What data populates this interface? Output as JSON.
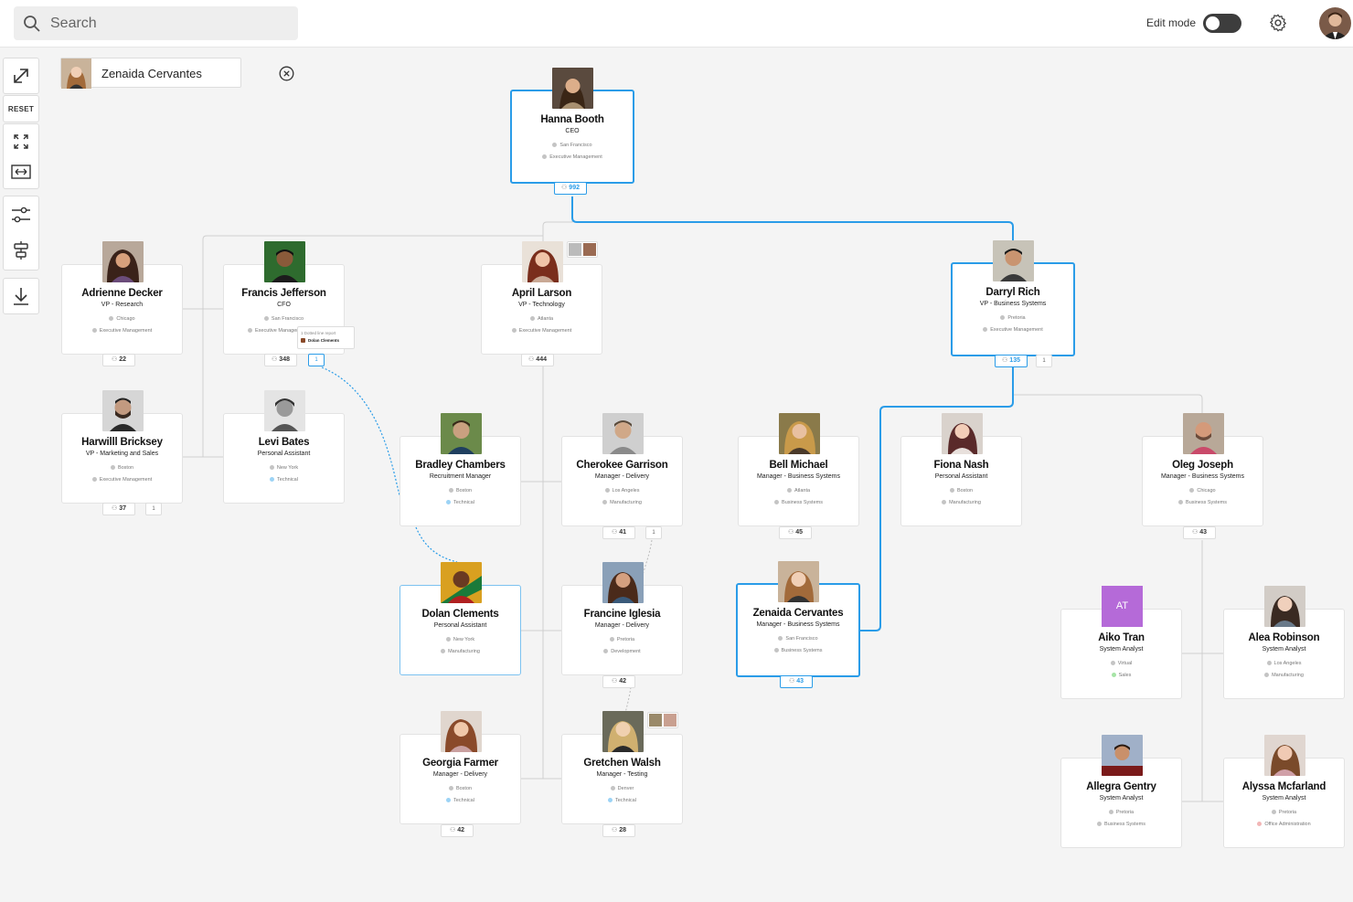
{
  "search": {
    "placeholder": "Search"
  },
  "header": {
    "edit_mode_label": "Edit mode"
  },
  "toolbar": {
    "reset_label": "RESET"
  },
  "selected_chip": {
    "name": "Zenaida Cervantes"
  },
  "tooltip": {
    "line1": "1 Dotted line report",
    "line2": "Dolan Clements"
  },
  "cards": [
    {
      "id": "hanna",
      "name": "Hanna Booth",
      "title": "CEO",
      "location": "San Francisco",
      "department": "Executive Management",
      "count": "992"
    },
    {
      "id": "adrienne",
      "name": "Adrienne Decker",
      "title": "VP - Research",
      "location": "Chicago",
      "department": "Executive Management",
      "count": "22"
    },
    {
      "id": "francis",
      "name": "Francis Jefferson",
      "title": "CFO",
      "location": "San Francisco",
      "department": "Executive Management",
      "count": "348",
      "extra": "1"
    },
    {
      "id": "april",
      "name": "April Larson",
      "title": "VP - Technology",
      "location": "Atlanta",
      "department": "Executive Management",
      "count": "444"
    },
    {
      "id": "darryl",
      "name": "Darryl Rich",
      "title": "VP - Business Systems",
      "location": "Pretoria",
      "department": "Executive Management",
      "count": "135",
      "extra": "1"
    },
    {
      "id": "harwilll",
      "name": "Harwilll Bricksey",
      "title": "VP - Marketing and Sales",
      "location": "Boston",
      "department": "Executive Management",
      "count": "37",
      "extra": "1"
    },
    {
      "id": "levi",
      "name": "Levi Bates",
      "title": "Personal Assistant",
      "location": "New York",
      "department": "Technical"
    },
    {
      "id": "bradley",
      "name": "Bradley Chambers",
      "title": "Recruitment Manager",
      "location": "Boston",
      "department": "Technical"
    },
    {
      "id": "cherokee",
      "name": "Cherokee Garrison",
      "title": "Manager - Delivery",
      "location": "Los Angeles",
      "department": "Manufacturing",
      "count": "41",
      "extra": "1"
    },
    {
      "id": "bell",
      "name": "Bell Michael",
      "title": "Manager - Business Systems",
      "location": "Atlanta",
      "department": "Business Systems",
      "count": "45"
    },
    {
      "id": "fiona",
      "name": "Fiona Nash",
      "title": "Personal Assistant",
      "location": "Boston",
      "department": "Manufacturing"
    },
    {
      "id": "oleg",
      "name": "Oleg Joseph",
      "title": "Manager - Business Systems",
      "location": "Chicago",
      "department": "Business Systems",
      "count": "43"
    },
    {
      "id": "dolan",
      "name": "Dolan Clements",
      "title": "Personal Assistant",
      "location": "New York",
      "department": "Manufacturing"
    },
    {
      "id": "francine",
      "name": "Francine Iglesia",
      "title": "Manager - Delivery",
      "location": "Pretoria",
      "department": "Development",
      "count": "42"
    },
    {
      "id": "zenaida",
      "name": "Zenaida Cervantes",
      "title": "Manager - Business Systems",
      "location": "San Francisco",
      "department": "Business Systems",
      "count": "43"
    },
    {
      "id": "aiko",
      "name": "Aiko Tran",
      "title": "System Analyst",
      "location": "Virtual",
      "department": "Sales",
      "initials": "AT"
    },
    {
      "id": "alea",
      "name": "Alea Robinson",
      "title": "System Analyst",
      "location": "Los Angeles",
      "department": "Manufacturing"
    },
    {
      "id": "georgia",
      "name": "Georgia Farmer",
      "title": "Manager - Delivery",
      "location": "Boston",
      "department": "Technical",
      "count": "42"
    },
    {
      "id": "gretchen",
      "name": "Gretchen Walsh",
      "title": "Manager - Testing",
      "location": "Denver",
      "department": "Technical",
      "count": "28"
    },
    {
      "id": "allegra",
      "name": "Allegra Gentry",
      "title": "System Analyst",
      "location": "Pretoria",
      "department": "Business Systems"
    },
    {
      "id": "alyssa",
      "name": "Alyssa Mcfarland",
      "title": "System Analyst",
      "location": "Pretoria",
      "department": "Office Administration"
    }
  ],
  "colors": {
    "accent": "#2a9ce8",
    "line": "#cfcfcf",
    "avatar_initials_bg": "#b56ad8"
  }
}
